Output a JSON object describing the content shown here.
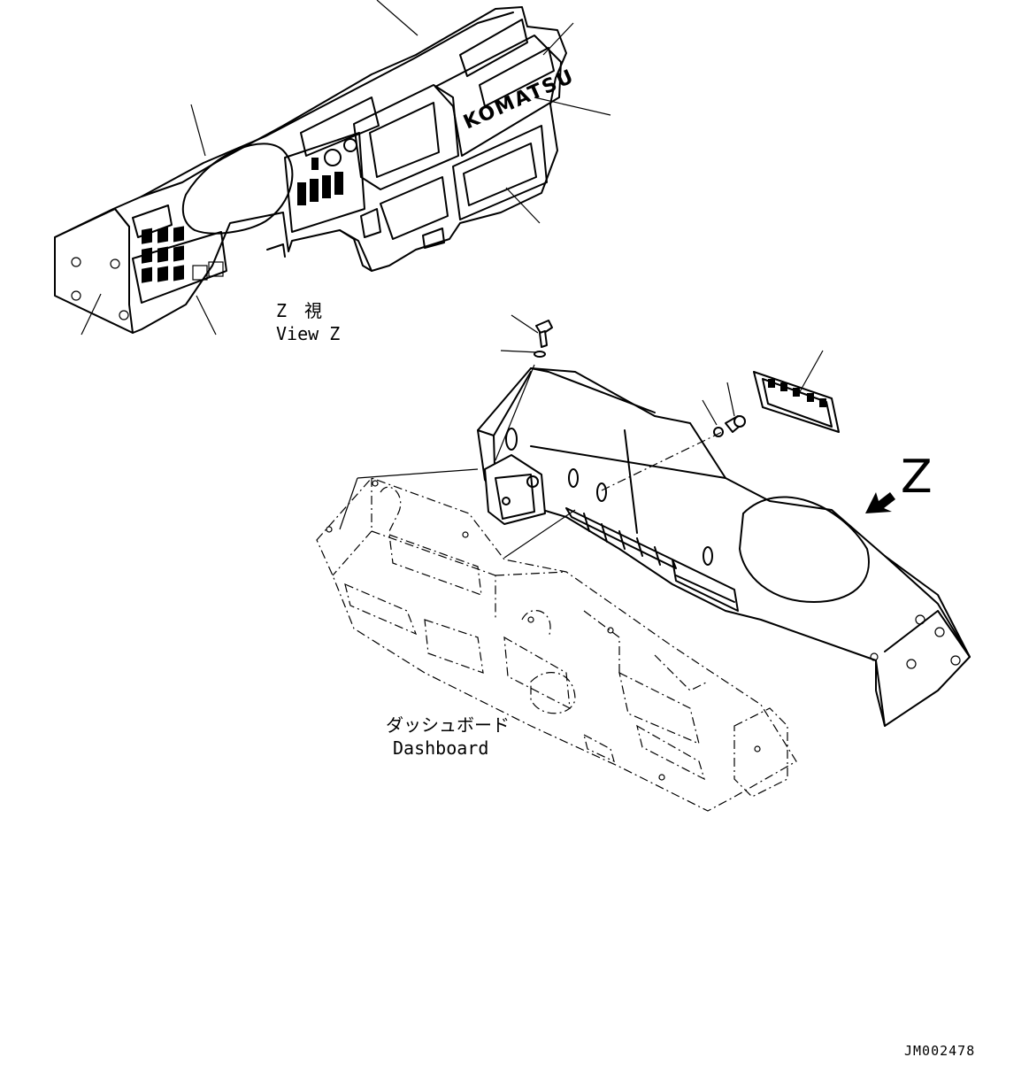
{
  "view_label": {
    "jp": "Z　視",
    "en": "View Z"
  },
  "direction_letter": "Z",
  "logo_text": "KOMATSU",
  "dashboard_label": {
    "jp": "ダッシュボード",
    "en": "Dashboard"
  },
  "drawing_code": "JM002478"
}
